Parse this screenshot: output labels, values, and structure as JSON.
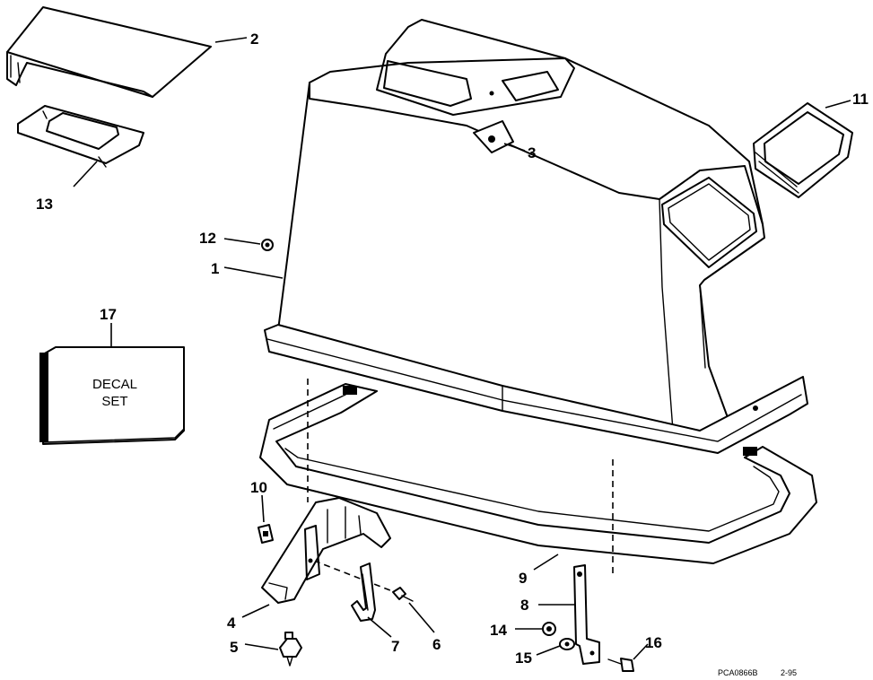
{
  "callouts": {
    "c1": "1",
    "c2": "2",
    "c3": "3",
    "c4": "4",
    "c5": "5",
    "c6": "6",
    "c7": "7",
    "c8": "8",
    "c9": "9",
    "c10": "10",
    "c11": "11",
    "c12": "12",
    "c13": "13",
    "c14": "14",
    "c15": "15",
    "c16": "16",
    "c17": "17"
  },
  "decal_box": {
    "line1": "DECAL",
    "line2": "SET"
  },
  "footer": {
    "part_code": "PCA0866B",
    "date_code": "2-95"
  }
}
